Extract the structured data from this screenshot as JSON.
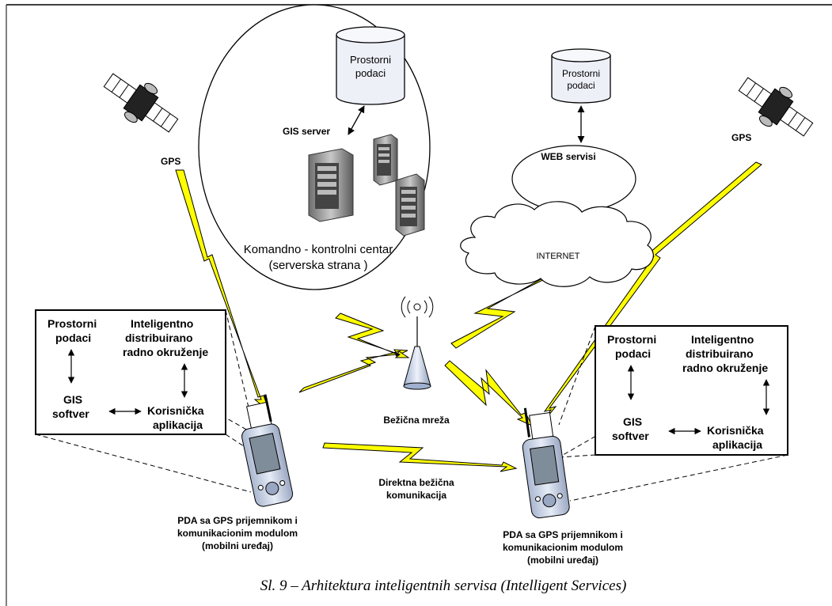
{
  "diagram": {
    "left_gps": "GPS",
    "right_gps": "GPS",
    "gis_db": [
      "Prostorni",
      "podaci"
    ],
    "gis_server": "GIS server",
    "control_center": [
      "Komandno - kontrolni centar",
      "(serverska strana )"
    ],
    "web_db": [
      "Prostorni",
      "podaci"
    ],
    "web_services": "WEB servisi",
    "internet": "INTERNET",
    "wireless_network": "Bežična mreža",
    "direct_comm": [
      "Direktna bežična",
      "komunikacija"
    ],
    "pda_left": [
      "PDA sa GPS prijemnikom i",
      "komunikacionim modulom",
      "(mobilni uređaj)"
    ],
    "pda_right": [
      "PDA sa GPS prijemnikom i",
      "komunikacionim modulom",
      "(mobilni uređaj)"
    ],
    "box_left": {
      "spatial": [
        "Prostorni",
        "podaci"
      ],
      "environment": [
        "Inteligentno",
        "distribuirano",
        "radno okruženje"
      ],
      "gis_software": [
        "GIS",
        "softver"
      ],
      "user_app": [
        "Korisnička",
        "aplikacija"
      ]
    },
    "box_right": {
      "spatial": [
        "Prostorni",
        "podaci"
      ],
      "environment": [
        "Inteligentno",
        "distribuirano",
        "radno okruženje"
      ],
      "gis_software": [
        "GIS",
        "softver"
      ],
      "user_app": [
        "Korisnička",
        "aplikacija"
      ]
    },
    "caption": "Sl. 9 – Arhitektura inteligentnih servisa (Intelligent Services)"
  },
  "colors": {
    "lightning": "#ffff00",
    "device": "#c9d3e6",
    "server": "#8a8a8a"
  }
}
